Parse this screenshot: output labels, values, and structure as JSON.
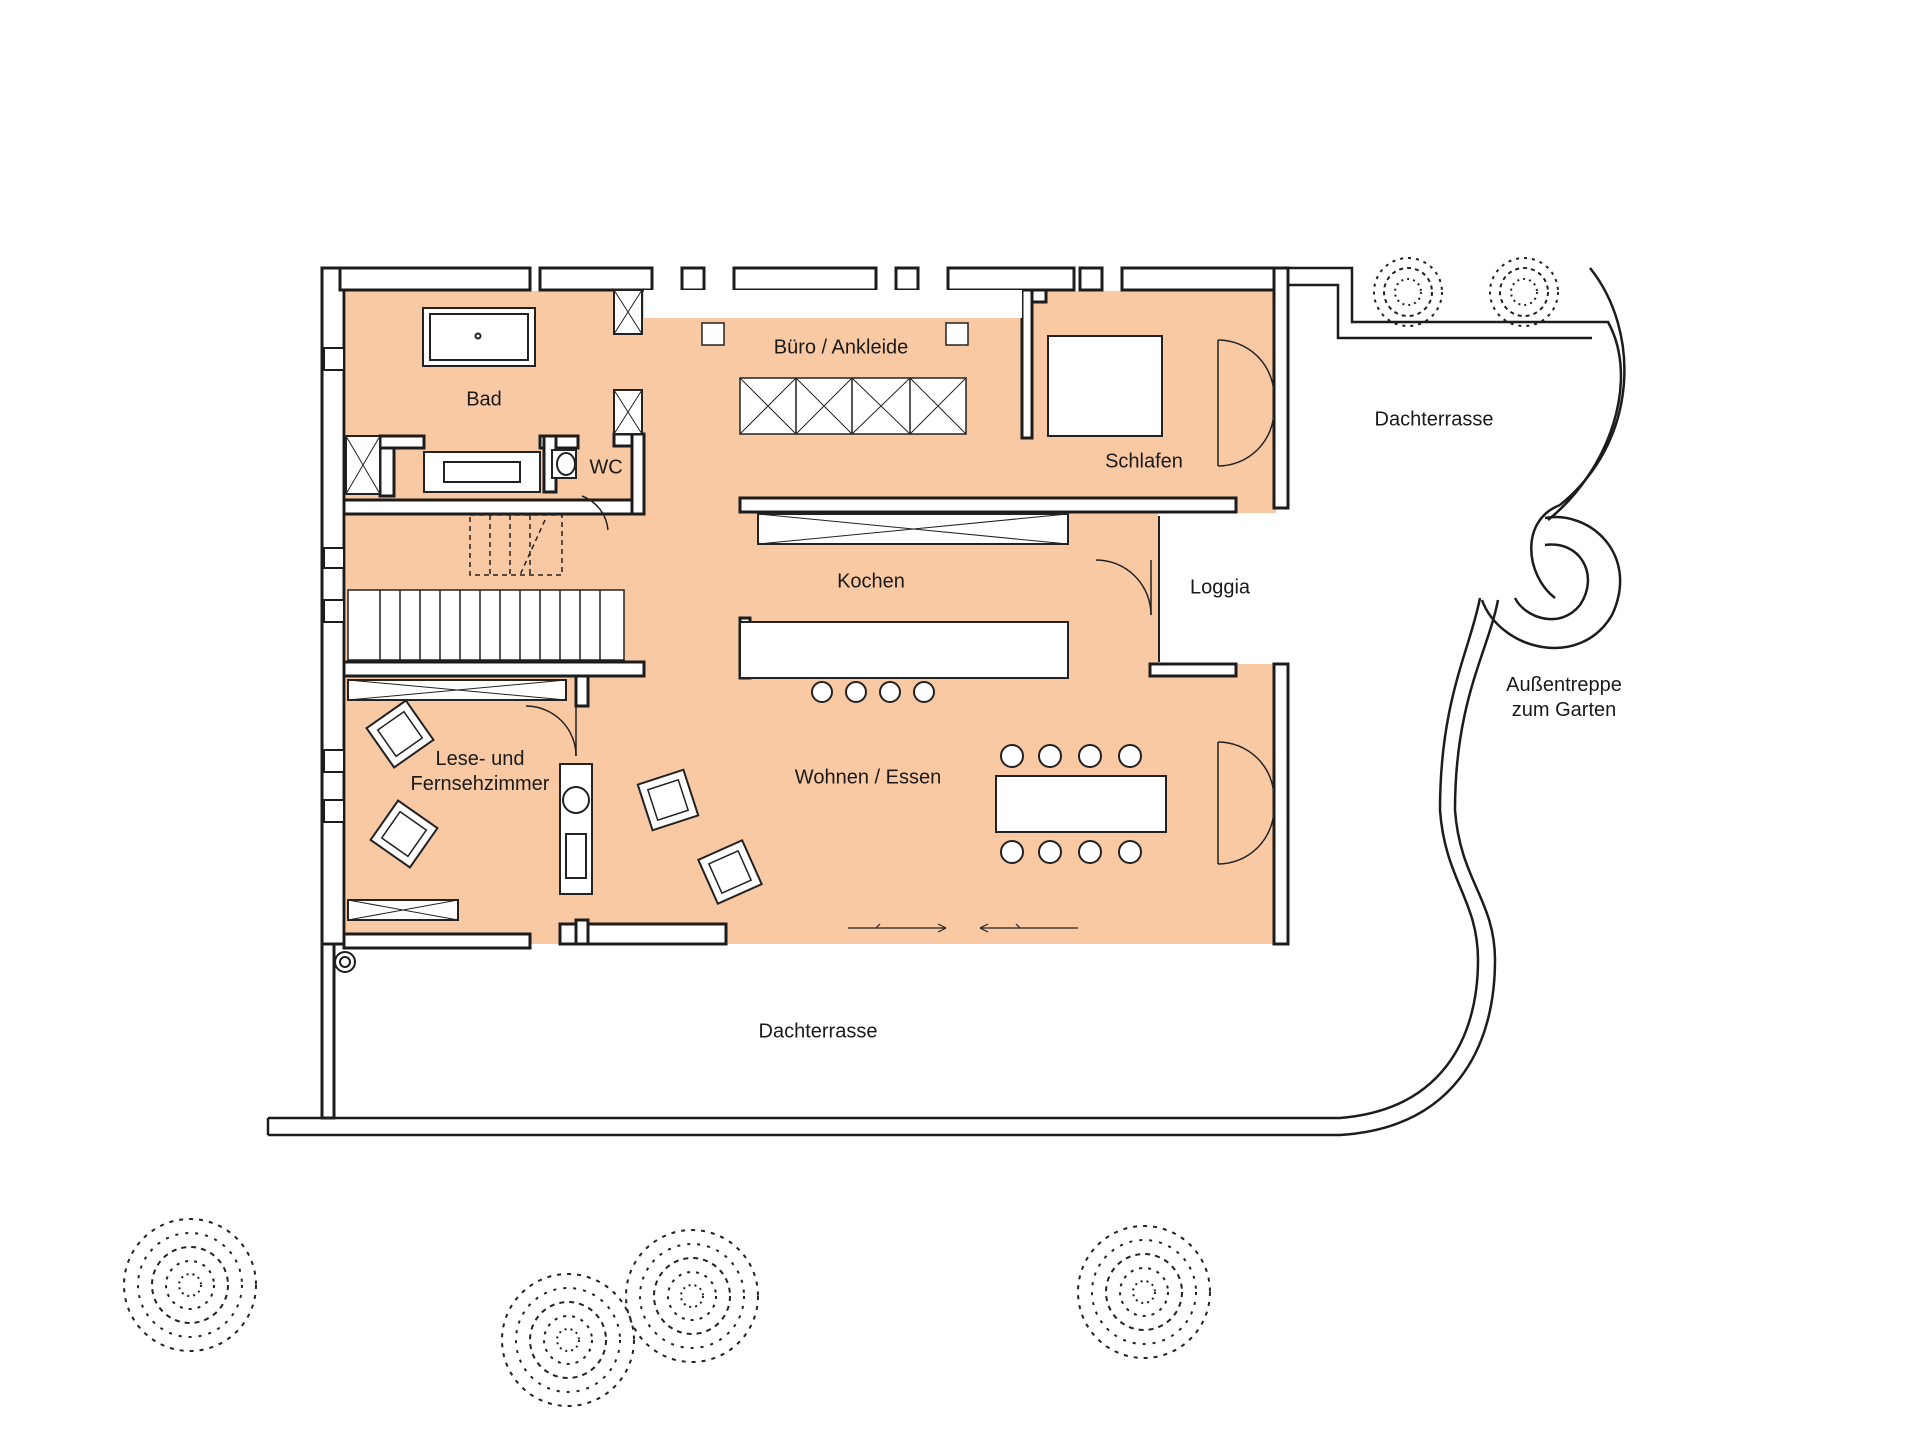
{
  "colors": {
    "floor": "#f9c9a4",
    "wall": "#1c1c1c",
    "furniture": "#ffffff",
    "background": "#ffffff"
  },
  "rooms": {
    "bad": "Bad",
    "buero": "Büro / Ankleide",
    "wc": "WC",
    "schlafen": "Schlafen",
    "kochen": "Kochen",
    "loggia": "Loggia",
    "lese_1": "Lese- und",
    "lese_2": "Fernsehzimmer",
    "wohnen": "Wohnen / Essen",
    "dach_north": "Dachterrasse",
    "dach_south": "Dachterrasse",
    "treppe_1": "Außentreppe",
    "treppe_2": "zum Garten"
  },
  "icons": {
    "tree": "tree-canopy-icon",
    "chair": "armchair-icon",
    "stool": "stool-icon"
  }
}
